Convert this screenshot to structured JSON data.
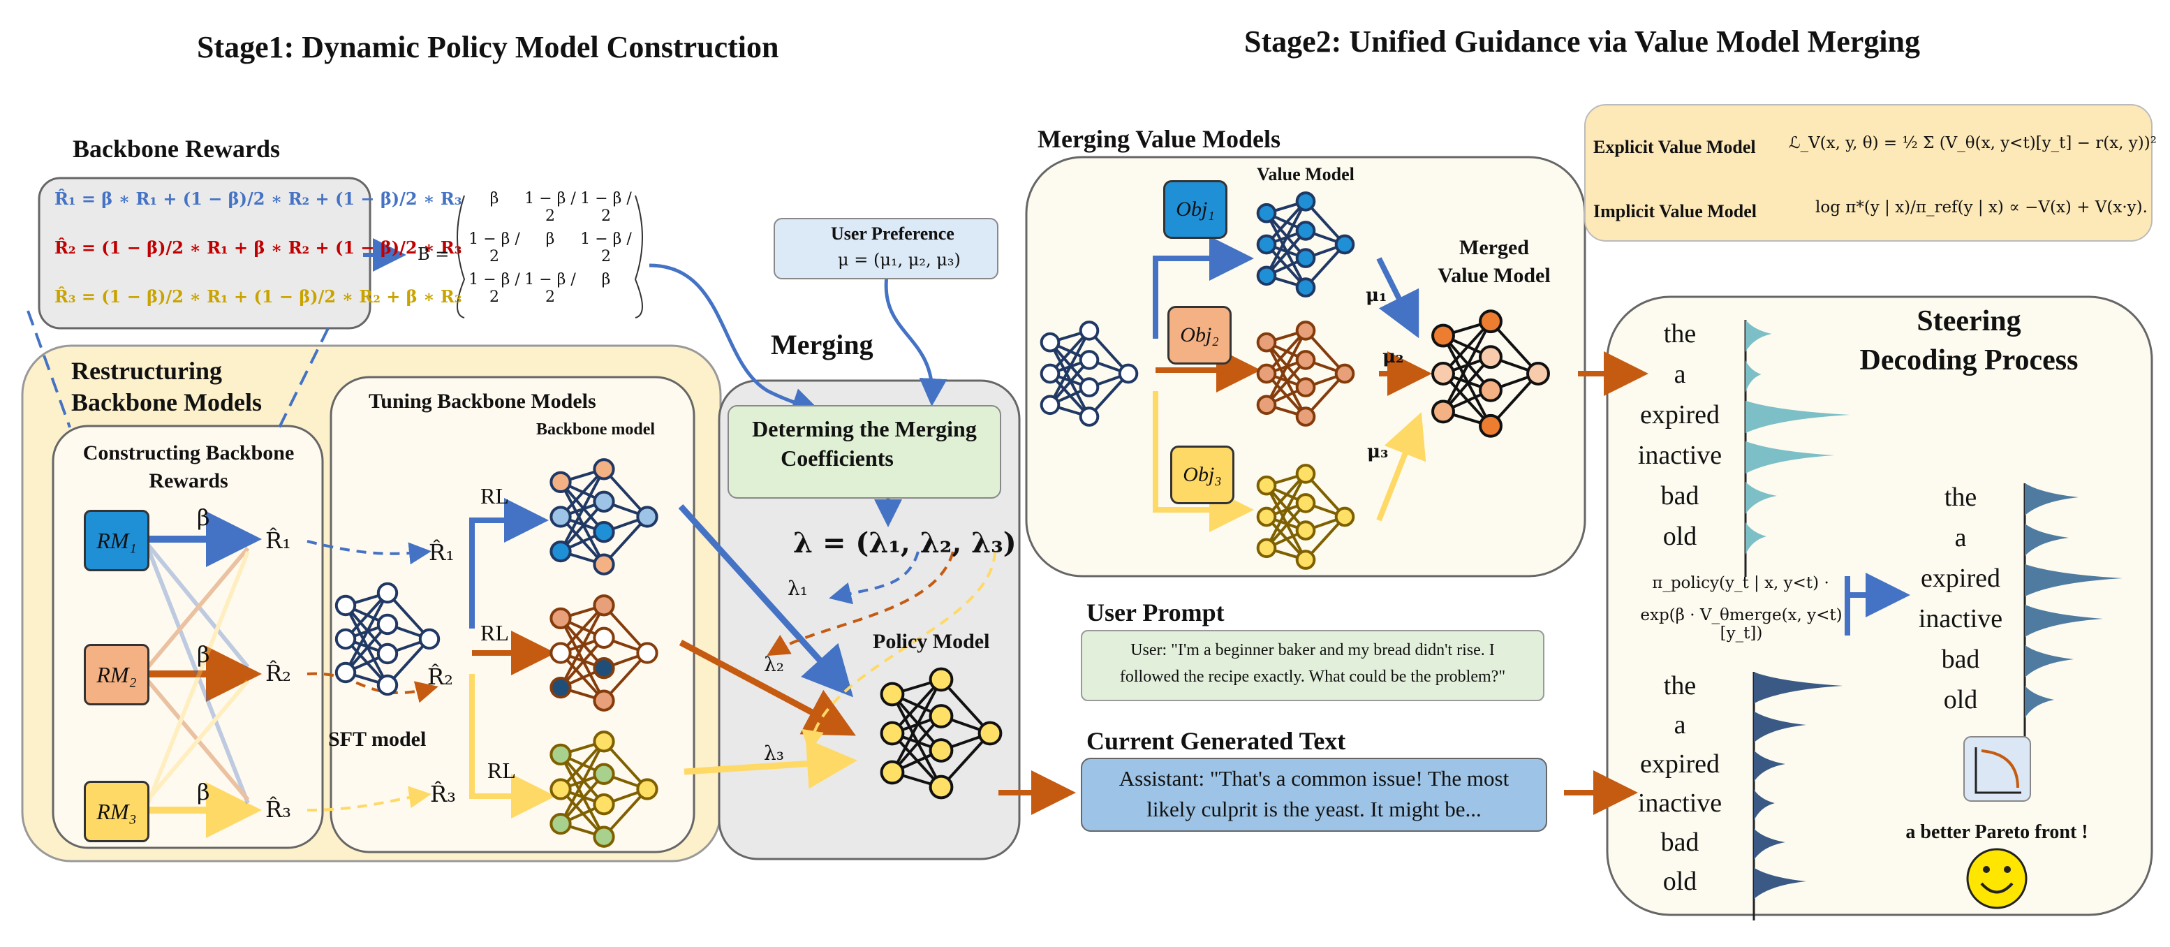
{
  "titles": {
    "stage1": "Stage1: Dynamic Policy Model Construction",
    "stage2": "Stage2: Unified Guidance via Value Model Merging"
  },
  "backbone_rewards": {
    "heading": "Backbone Rewards",
    "eq1": "R̂₁ = β ∗ R₁ + (1 − β)/2 ∗ R₂ + (1 − β)/2 ∗ R₃",
    "eq2": "R̂₂ = (1 − β)/2 ∗ R₁ + β ∗ R₂ + (1 − β)/2 ∗ R₃",
    "eq3": "R̂₃ = (1 − β)/2 ∗ R₁ + (1 − β)/2 ∗ R₂ + β ∗ R₃",
    "matrix_label": "B =",
    "matrix": [
      [
        "β",
        "1 − β / 2",
        "1 − β / 2"
      ],
      [
        "1 − β / 2",
        "β",
        "1 − β / 2"
      ],
      [
        "1 − β / 2",
        "1 − β / 2",
        "β"
      ]
    ],
    "colors": {
      "r1": "#4472c4",
      "r2": "#c00000",
      "r3": "#c9a400"
    }
  },
  "restructuring": {
    "heading_line1": "Restructuring",
    "heading_line2": "Backbone Models",
    "constructing_line1": "Constructing Backbone",
    "constructing_line2": "Rewards",
    "tuning": "Tuning Backbone Models",
    "backbone_model": "Backbone model",
    "sft_model": "SFT model",
    "rl": "RL",
    "beta": "β",
    "rm": [
      "RM₁",
      "RM₂",
      "RM₃"
    ],
    "rhat": [
      "R̂₁",
      "R̂₂",
      "R̂₃"
    ]
  },
  "merging": {
    "heading": "Merging",
    "user_pref_title": "User Preference",
    "user_pref_mu": "μ = (μ₁, μ₂, μ₃)",
    "determine_line1": "Determing the Merging",
    "determine_line2": "Coefficients",
    "lambda": "λ = (λ₁, λ₂, λ₃)",
    "lambdas": [
      "λ₁",
      "λ₂",
      "λ₃"
    ],
    "policy_model": "Policy Model"
  },
  "value_merge": {
    "heading": "Merging Value Models",
    "value_model": "Value Model",
    "merged_line1": "Merged",
    "merged_line2": "Value Model",
    "objs": [
      "Obj₁",
      "Obj₂",
      "Obj₃"
    ],
    "mus": [
      "μ₁",
      "μ₂",
      "μ₃"
    ],
    "explicit_label": "Explicit Value Model",
    "explicit_formula": "ℒ_V(x, y, θ) = ½ Σ (V_θ(x, y<t)[y_t] − r(x, y))²",
    "implicit_label": "Implicit Value Model",
    "implicit_formula": "log π*(y | x)/π_ref(y | x) ∝ −V(x) + V(x·y)."
  },
  "prompt": {
    "user_prompt_heading": "User Prompt",
    "user_text_line1": "User: \"I'm a beginner baker and my bread didn't rise. I",
    "user_text_line2": "followed the recipe exactly. What could be the problem?\"",
    "current_heading": "Current Generated Text",
    "assistant_line1": "Assistant: \"That's a common issue! The most",
    "assistant_line2": "likely culprit is the yeast. It might be..."
  },
  "steering": {
    "heading_line1": "Steering",
    "heading_line2": "Decoding Process",
    "words": [
      "the",
      "a",
      "expired",
      "inactive",
      "bad",
      "old"
    ],
    "formula_line1": "π_policy(y_t | x, y<t) ·",
    "formula_line2": "exp(β · V_θmerge(x, y<t)[y_t])",
    "pareto": "a better Pareto front !",
    "dist_top": [
      0.25,
      0.15,
      1.0,
      0.85,
      0.3,
      0.2
    ],
    "dist_bottom": [
      0.85,
      0.5,
      0.3,
      0.2,
      0.3,
      0.5
    ],
    "dist_right": [
      0.55,
      0.45,
      1.0,
      0.8,
      0.5,
      0.3
    ],
    "colors": {
      "top": "#7dbfc6",
      "bottom": "#3a5a85",
      "right": "#4f7ba0"
    }
  },
  "palette": {
    "blue": "#4472c4",
    "orange": "#c55a11",
    "yellow": "#ffd966",
    "node_blue": "#1f8fd6",
    "node_brown": "#e8a07a",
    "node_yellow": "#ffe066"
  }
}
